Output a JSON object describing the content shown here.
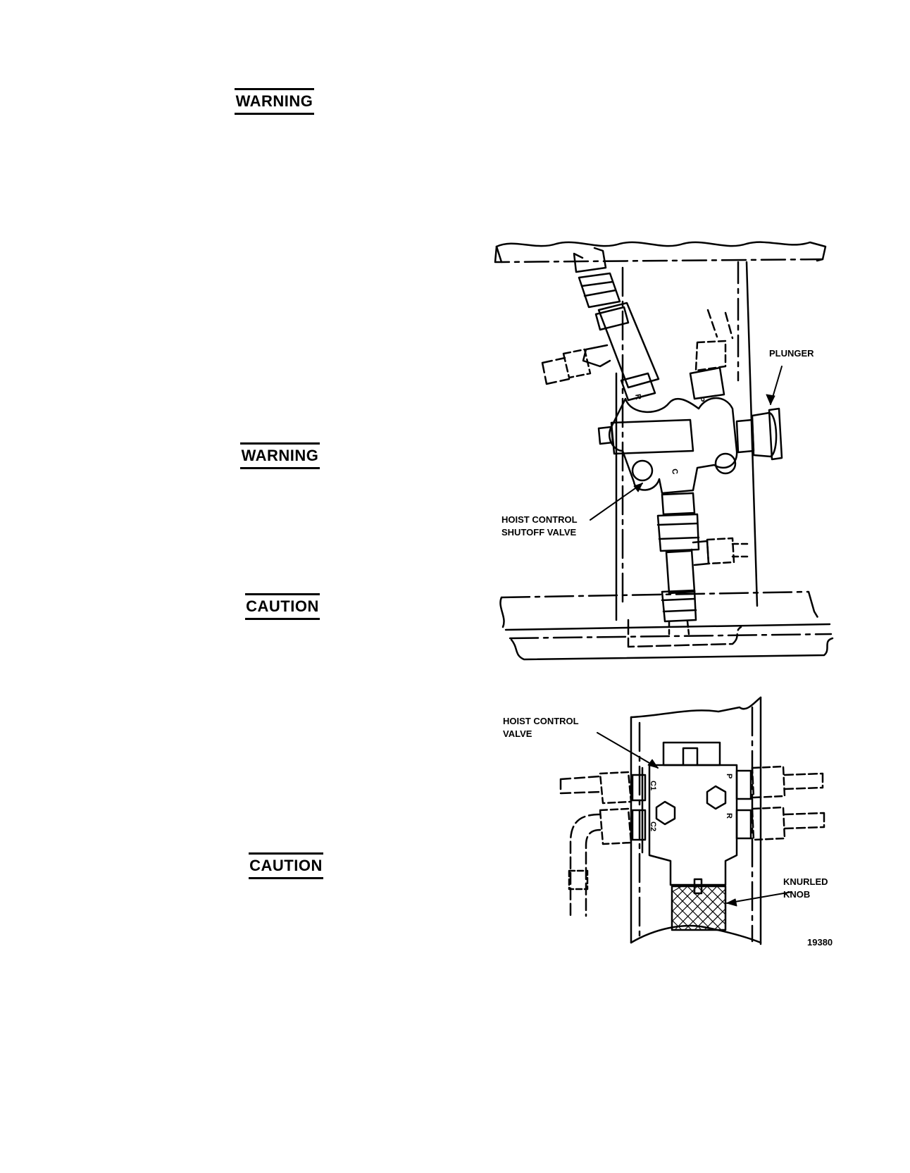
{
  "headings": {
    "warning_1": "WARNING",
    "warning_2": "WARNING",
    "caution_1": "CAUTION",
    "caution_2": "CAUTION"
  },
  "figure": {
    "upper": {
      "plunger_label": "PLUNGER",
      "shutoff_label_line1": "HOIST CONTROL",
      "shutoff_label_line2": "SHUTOFF VALVE",
      "port_r": "R",
      "port_p": "P",
      "port_c": "C"
    },
    "lower": {
      "valve_label_line1": "HOIST CONTROL",
      "valve_label_line2": "VALVE",
      "knob_label_line1": "KNURLED",
      "knob_label_line2": "KNOB",
      "port_c1": "C1",
      "port_c2": "C2",
      "port_p": "P",
      "port_r": "R"
    },
    "figure_number": "19380"
  }
}
